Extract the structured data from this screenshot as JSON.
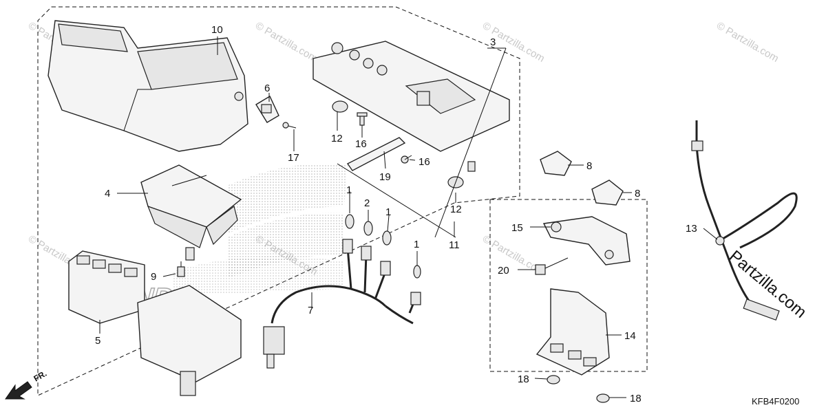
{
  "diagram_code": "KFB4F0200",
  "direction_label": "FR.",
  "watermark_small": "© Partzilla.com",
  "watermark_large": "Partzilla.com",
  "brand_ghost": "HONDA",
  "callouts": {
    "c1a": "1",
    "c1b": "1",
    "c1c": "1",
    "c2": "2",
    "c3": "3",
    "c4": "4",
    "c5": "5",
    "c6": "6",
    "c7": "7",
    "c8a": "8",
    "c8b": "8",
    "c9": "9",
    "c10": "10",
    "c11": "11",
    "c12a": "12",
    "c12b": "12",
    "c13": "13",
    "c14": "14",
    "c15": "15",
    "c16a": "16",
    "c16b": "16",
    "c17": "17",
    "c18a": "18",
    "c18b": "18",
    "c19": "19",
    "c20": "20"
  },
  "icons": {
    "direction": "arrow-down-left-icon",
    "ghost_logo": "honda-wing-logo-icon"
  }
}
